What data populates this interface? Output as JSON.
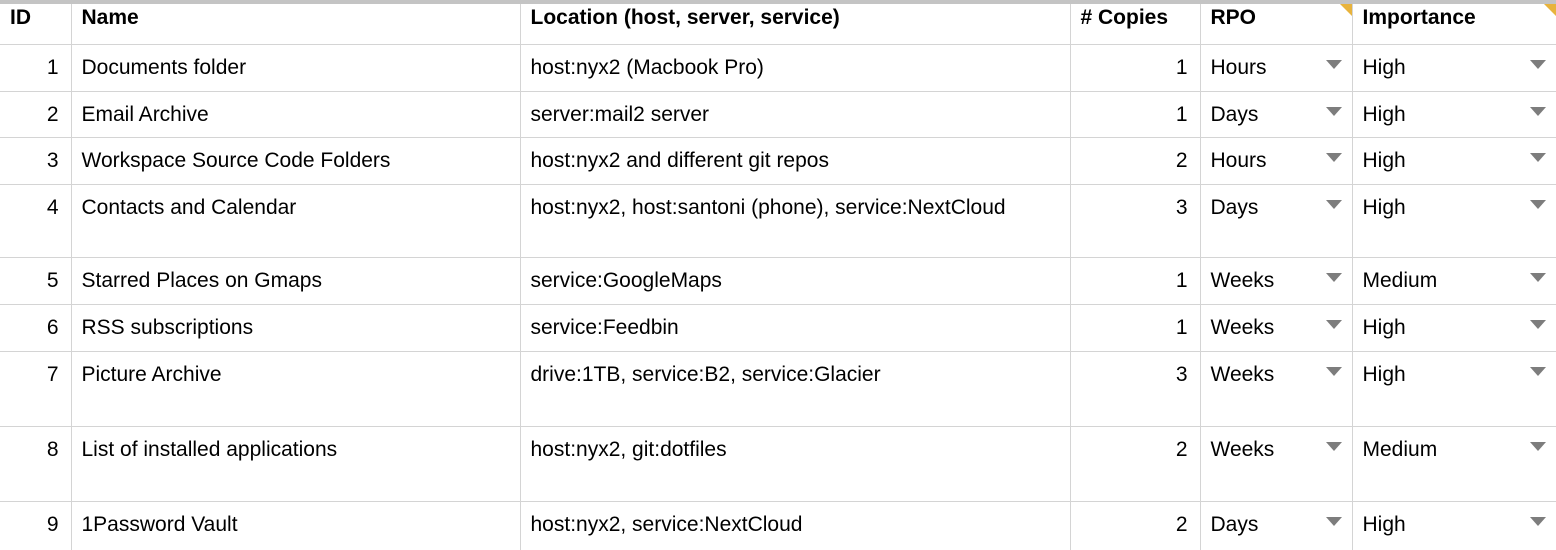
{
  "app": {
    "type": "spreadsheet-table",
    "grid_color": "#d4d4d4",
    "note_marker_color": "#e8b33c",
    "dropdown_arrow_color": "#7d7d7d",
    "top_bar_color": "#c4c4c4",
    "background": "#ffffff"
  },
  "table": {
    "columns": [
      {
        "key": "id",
        "label": "ID",
        "align": "right",
        "has_note": false,
        "dropdown": false
      },
      {
        "key": "name",
        "label": "Name",
        "align": "left",
        "has_note": false,
        "dropdown": false
      },
      {
        "key": "location",
        "label": "Location (host, server, service)",
        "align": "left",
        "has_note": false,
        "dropdown": false
      },
      {
        "key": "copies",
        "label": "# Copies",
        "align": "right",
        "has_note": false,
        "dropdown": false
      },
      {
        "key": "rpo",
        "label": "RPO",
        "align": "left",
        "has_note": true,
        "dropdown": true
      },
      {
        "key": "importance",
        "label": "Importance",
        "align": "left",
        "has_note": true,
        "dropdown": true
      }
    ],
    "rows": [
      {
        "id": "1",
        "name": "Documents folder",
        "location": "host:nyx2 (Macbook Pro)",
        "copies": "1",
        "rpo": "Hours",
        "importance": "High",
        "height": "std"
      },
      {
        "id": "2",
        "name": "Email Archive",
        "location": "server:mail2 server",
        "copies": "1",
        "rpo": "Days",
        "importance": "High",
        "height": "std"
      },
      {
        "id": "3",
        "name": "Workspace Source Code Folders",
        "location": "host:nyx2 and different git repos",
        "copies": "2",
        "rpo": "Hours",
        "importance": "High",
        "height": "std"
      },
      {
        "id": "4",
        "name": "Contacts and Calendar",
        "location": "host:nyx2, host:santoni (phone), service:NextCloud",
        "copies": "3",
        "rpo": "Days",
        "importance": "High",
        "height": "wrap"
      },
      {
        "id": "5",
        "name": "Starred Places on Gmaps",
        "location": "service:GoogleMaps",
        "copies": "1",
        "rpo": "Weeks",
        "importance": "Medium",
        "height": "std"
      },
      {
        "id": "6",
        "name": "RSS subscriptions",
        "location": "service:Feedbin",
        "copies": "1",
        "rpo": "Weeks",
        "importance": "High",
        "height": "std"
      },
      {
        "id": "7",
        "name": "Picture Archive",
        "location": "drive:1TB, service:B2, service:Glacier",
        "copies": "3",
        "rpo": "Weeks",
        "importance": "High",
        "height": "tall"
      },
      {
        "id": "8",
        "name": "List of installed applications",
        "location": "host:nyx2, git:dotfiles",
        "copies": "2",
        "rpo": "Weeks",
        "importance": "Medium",
        "height": "tall"
      },
      {
        "id": "9",
        "name": "1Password Vault",
        "location": "host:nyx2, service:NextCloud",
        "copies": "2",
        "rpo": "Days",
        "importance": "High",
        "height": "tall"
      }
    ]
  }
}
